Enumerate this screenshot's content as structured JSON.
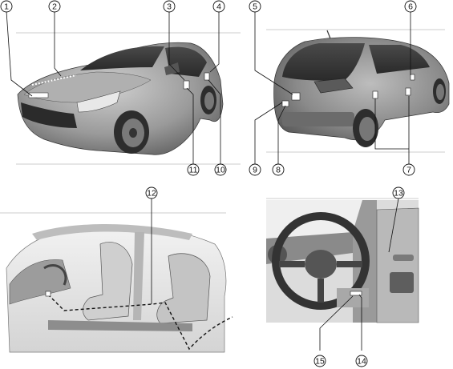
{
  "callouts": [
    {
      "id": "c1",
      "label": "1"
    },
    {
      "id": "c2",
      "label": "2"
    },
    {
      "id": "c3",
      "label": "3"
    },
    {
      "id": "c4",
      "label": "4"
    },
    {
      "id": "c5",
      "label": "5"
    },
    {
      "id": "c6",
      "label": "6"
    },
    {
      "id": "c7",
      "label": "7"
    },
    {
      "id": "c8",
      "label": "8"
    },
    {
      "id": "c9",
      "label": "9"
    },
    {
      "id": "c10",
      "label": "10"
    },
    {
      "id": "c11",
      "label": "11"
    },
    {
      "id": "c12",
      "label": "12"
    },
    {
      "id": "c13",
      "label": "13"
    },
    {
      "id": "c14",
      "label": "14"
    },
    {
      "id": "c15",
      "label": "15"
    }
  ],
  "colors": {
    "car_body": "#8f8f8f",
    "car_dark": "#3a3a3a",
    "panel_bg": "#e6e6e6",
    "line": "#111111"
  }
}
